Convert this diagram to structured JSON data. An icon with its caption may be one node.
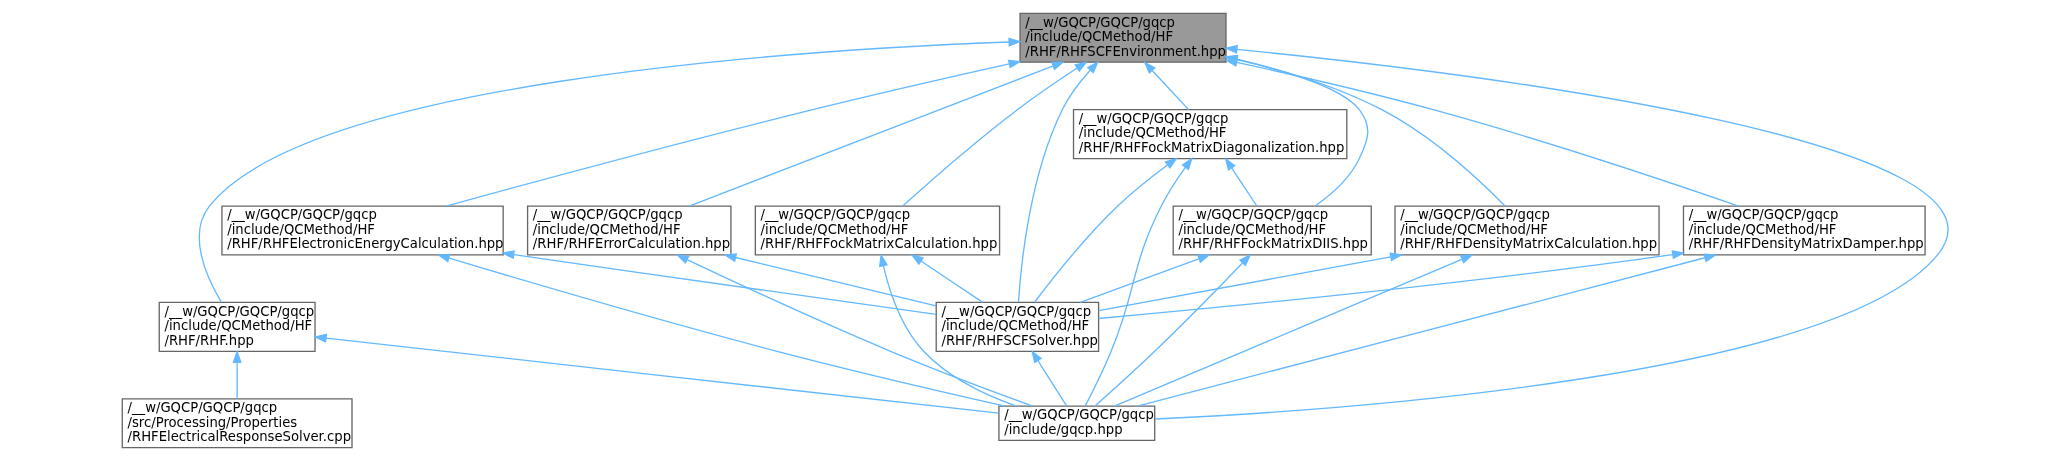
{
  "diagram": {
    "nodes": [
      {
        "text": [
          "/__w/GQCP/GQCP/gqcp /include/QCMethod/HF /RHF/RHFSCFEnvironment.hpp"
        ]
      },
      {
        "text": [
          "/__w/GQCP/GQCP/gqcp /include/QCMethod/HF /RHF/RHF.hpp"
        ]
      },
      {
        "text": [
          "/__w/GQCP/GQCP/gqcp /src/Processing/Properties /RHFElectricalResponseSolver.cpp"
        ]
      },
      {
        "text": [
          "/__w/GQCP/GQCP/gqcp /include/QCMethod/HF /RHF/RHFDensityMatrixCalculation.hpp"
        ]
      },
      {
        "text": [
          "/__w/GQCP/GQCP/gqcp /include/QCMethod/HF /RHF/RHFDensityMatrixDamper.hpp"
        ]
      },
      {
        "text": [
          "/__w/GQCP/GQCP/gqcp /include/QCMethod/HF /RHF/RHFElectronicEnergyCalculation.hpp"
        ]
      },
      {
        "text": [
          "/__w/GQCP/GQCP/gqcp /include/QCMethod/HF /RHF/RHFErrorCalculation.hpp"
        ]
      },
      {
        "text": [
          "/__w/GQCP/GQCP/gqcp /include/QCMethod/HF /RHF/RHFFockMatrixCalculation.hpp"
        ]
      },
      {
        "text": [
          "/__w/GQCP/GQCP/gqcp /include/QCMethod/HF /RHF/RHFFockMatrixDiagonalization.hpp"
        ]
      },
      {
        "text": [
          "/__w/GQCP/GQCP/gqcp /include/QCMethod/HF /RHF/RHFFockMatrixDIIS.hpp"
        ]
      },
      {
        "text": [
          "/__w/GQCP/GQCP/gqcp /include/QCMethod/HF /RHF/RHFSCFSolver.hpp"
        ]
      },
      {
        "text": [
          "/__w/GQCP/GQCP/gqcp /include/gqcp.hpp"
        ]
      }
    ],
    "edges": [
      {
        "from": 1,
        "to": 0,
        "arrow": "to"
      },
      {
        "from": 3,
        "to": 0,
        "arrow": "to"
      },
      {
        "from": 4,
        "to": 0,
        "arrow": "to"
      },
      {
        "from": 5,
        "to": 0,
        "arrow": "to"
      },
      {
        "from": 6,
        "to": 0,
        "arrow": "to"
      },
      {
        "from": 7,
        "to": 0,
        "arrow": "to"
      },
      {
        "from": 8,
        "to": 0,
        "arrow": "to"
      },
      {
        "from": 9,
        "to": 0,
        "arrow": "to"
      },
      {
        "from": 10,
        "to": 0,
        "arrow": "to"
      },
      {
        "from": 11,
        "to": 0,
        "arrow": "to"
      },
      {
        "from": 2,
        "to": 1,
        "arrow": "to"
      },
      {
        "from": 11,
        "to": 1,
        "arrow": "to"
      },
      {
        "from": 10,
        "to": 3,
        "arrow": "to"
      },
      {
        "from": 11,
        "to": 3,
        "arrow": "to"
      },
      {
        "from": 10,
        "to": 4,
        "arrow": "to"
      },
      {
        "from": 11,
        "to": 4,
        "arrow": "to"
      },
      {
        "from": 10,
        "to": 5,
        "arrow": "to"
      },
      {
        "from": 11,
        "to": 5,
        "arrow": "to"
      },
      {
        "from": 10,
        "to": 6,
        "arrow": "to"
      },
      {
        "from": 11,
        "to": 6,
        "arrow": "to"
      },
      {
        "from": 10,
        "to": 7,
        "arrow": "to"
      },
      {
        "from": 11,
        "to": 7,
        "arrow": "to"
      },
      {
        "from": 9,
        "to": 8,
        "arrow": "to"
      },
      {
        "from": 10,
        "to": 8,
        "arrow": "to"
      },
      {
        "from": 11,
        "to": 8,
        "arrow": "to"
      },
      {
        "from": 10,
        "to": 9,
        "arrow": "to"
      },
      {
        "from": 11,
        "to": 9,
        "arrow": "to"
      },
      {
        "from": 11,
        "to": 10,
        "arrow": "to"
      }
    ]
  }
}
